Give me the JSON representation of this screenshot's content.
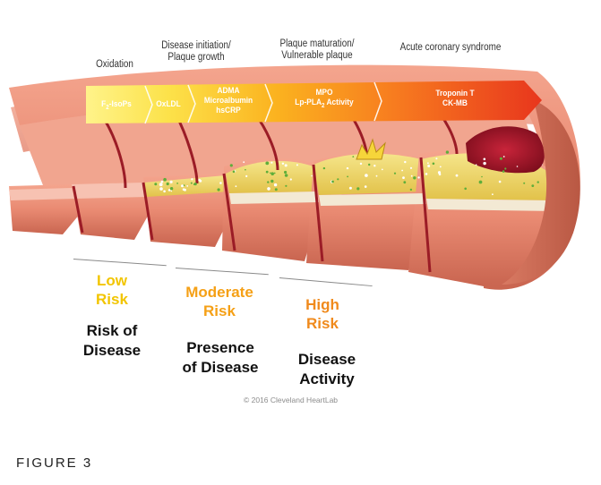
{
  "stage_labels": {
    "oxidation": [
      "Oxidation"
    ],
    "initiation": [
      "Disease initiation/",
      "Plaque growth"
    ],
    "maturation": [
      "Plaque maturation/",
      "Vulnerable plaque"
    ],
    "acute": [
      "Acute coronary syndrome"
    ]
  },
  "arrow_markers": {
    "f2isops": "F2-IsoPs",
    "oxldl": "OxLDL",
    "adma_group": [
      "ADMA",
      "Microalbumin",
      "hsCRP"
    ],
    "mpo_group": [
      "MPO",
      "Lp-PLA2 Activity"
    ],
    "troponin_group": [
      "Troponin T",
      "CK-MB"
    ]
  },
  "risk_levels": {
    "low": [
      "Low",
      "Risk"
    ],
    "moderate": [
      "Moderate",
      "Risk"
    ],
    "high": [
      "High",
      "Risk"
    ]
  },
  "risk_descriptions": {
    "low": [
      "Risk of",
      "Disease"
    ],
    "moderate": [
      "Presence",
      "of Disease"
    ],
    "high": [
      "Disease",
      "Activity"
    ]
  },
  "copyright": "© 2016 Cleveland HeartLab",
  "figure_label": "FIGURE 3",
  "colors": {
    "low": "#f2c500",
    "moderate": "#f5a016",
    "high": "#f08a1c",
    "artery_wall": "#e98a72",
    "plaque": "#ecd35a",
    "lumen_red": "#b3142a"
  }
}
